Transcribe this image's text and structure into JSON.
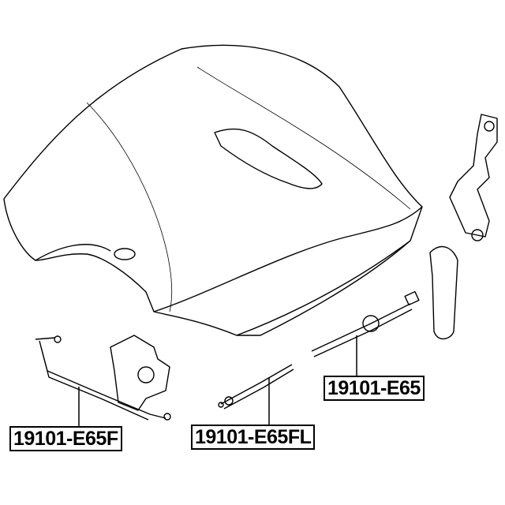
{
  "parts": [
    {
      "label": "19101-E65F"
    },
    {
      "label": "19101-E65FL"
    },
    {
      "label": "19101-E65"
    }
  ]
}
